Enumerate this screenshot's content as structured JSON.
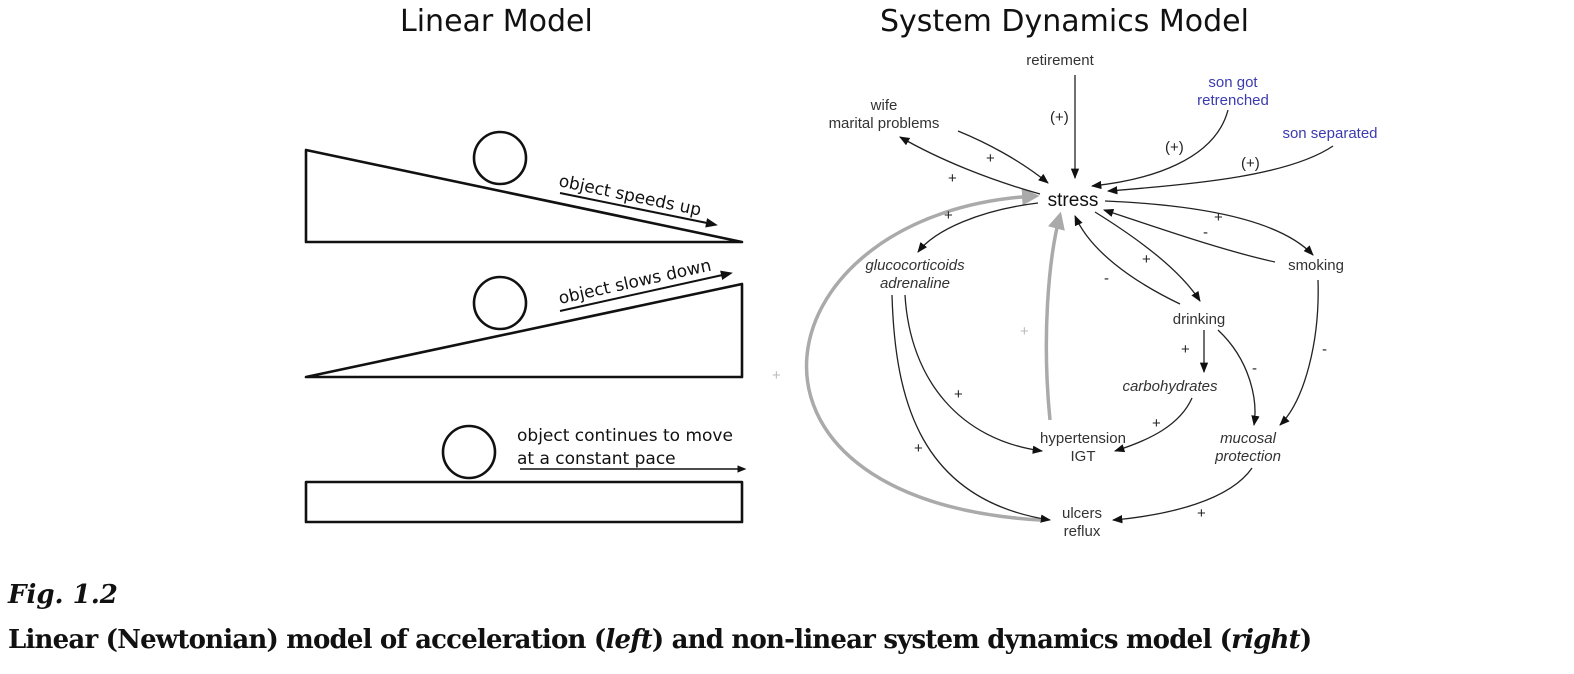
{
  "titles": {
    "linear_model": "Linear Model",
    "system_dynamics_model": "System Dynamics Model"
  },
  "linear_model": {
    "panels": [
      {
        "id": "downhill",
        "shape": "ramp sloping down to the right",
        "label": "object speeds up"
      },
      {
        "id": "uphill",
        "shape": "ramp sloping up to the right",
        "label": "object slows down"
      },
      {
        "id": "flat",
        "shape": "flat surface",
        "label_lines": [
          "object continues to move",
          "at a constant pace"
        ]
      }
    ]
  },
  "system_dynamics_model": {
    "nodes": {
      "retirement": {
        "lines": [
          "retirement"
        ],
        "style": "normal"
      },
      "wife": {
        "lines": [
          "wife",
          "marital problems"
        ],
        "style": "normal"
      },
      "son_retrenched": {
        "lines": [
          "son got",
          "retrenched"
        ],
        "style": "blue"
      },
      "son_separated": {
        "lines": [
          "son separated"
        ],
        "style": "blue"
      },
      "stress": {
        "lines": [
          "stress"
        ],
        "style": "bold-center"
      },
      "gluco": {
        "lines": [
          "glucocorticoids",
          "adrenaline"
        ],
        "style": "italic"
      },
      "smoking": {
        "lines": [
          "smoking"
        ],
        "style": "normal"
      },
      "drinking": {
        "lines": [
          "drinking"
        ],
        "style": "normal"
      },
      "carbs": {
        "lines": [
          "carbohydrates"
        ],
        "style": "italic"
      },
      "hypertension": {
        "lines": [
          "hypertension",
          "IGT"
        ],
        "style": "normal"
      },
      "mucosal": {
        "lines": [
          "mucosal",
          "protection"
        ],
        "style": "italic"
      },
      "ulcers": {
        "lines": [
          "ulcers",
          "reflux"
        ],
        "style": "normal"
      }
    },
    "links": [
      {
        "from": "retirement",
        "to": "stress",
        "sign": "(+)"
      },
      {
        "from": "son_retrenched",
        "to": "stress",
        "sign": "(+)"
      },
      {
        "from": "son_separated",
        "to": "stress",
        "sign": "(+)"
      },
      {
        "from": "wife",
        "to": "stress",
        "sign": "+"
      },
      {
        "from": "stress",
        "to": "wife",
        "sign": "+"
      },
      {
        "from": "stress",
        "to": "gluco",
        "sign": "+"
      },
      {
        "from": "stress",
        "to": "smoking",
        "sign": "+"
      },
      {
        "from": "smoking",
        "to": "stress",
        "sign": "-"
      },
      {
        "from": "stress",
        "to": "drinking",
        "sign": "+"
      },
      {
        "from": "drinking",
        "to": "stress",
        "sign": "-"
      },
      {
        "from": "drinking",
        "to": "carbs",
        "sign": "+"
      },
      {
        "from": "drinking",
        "to": "mucosal",
        "sign": "-"
      },
      {
        "from": "smoking",
        "to": "mucosal",
        "sign": "-"
      },
      {
        "from": "carbs",
        "to": "hypertension",
        "sign": "+"
      },
      {
        "from": "gluco",
        "to": "hypertension",
        "sign": "+"
      },
      {
        "from": "gluco",
        "to": "ulcers",
        "sign": "+"
      },
      {
        "from": "mucosal",
        "to": "ulcers",
        "sign": "+"
      },
      {
        "from": "hypertension",
        "to": "stress",
        "sign": "+",
        "style": "gray"
      },
      {
        "from": "ulcers",
        "to": "stress",
        "sign": "+",
        "style": "gray"
      }
    ]
  },
  "caption": {
    "figure_label": "Fig. 1.2",
    "text_part1": "Linear (Newtonian) model of acceleration (",
    "text_left": "left",
    "text_part2": ") and non-linear system dynamics model (",
    "text_right": "right",
    "text_part3": ")"
  }
}
